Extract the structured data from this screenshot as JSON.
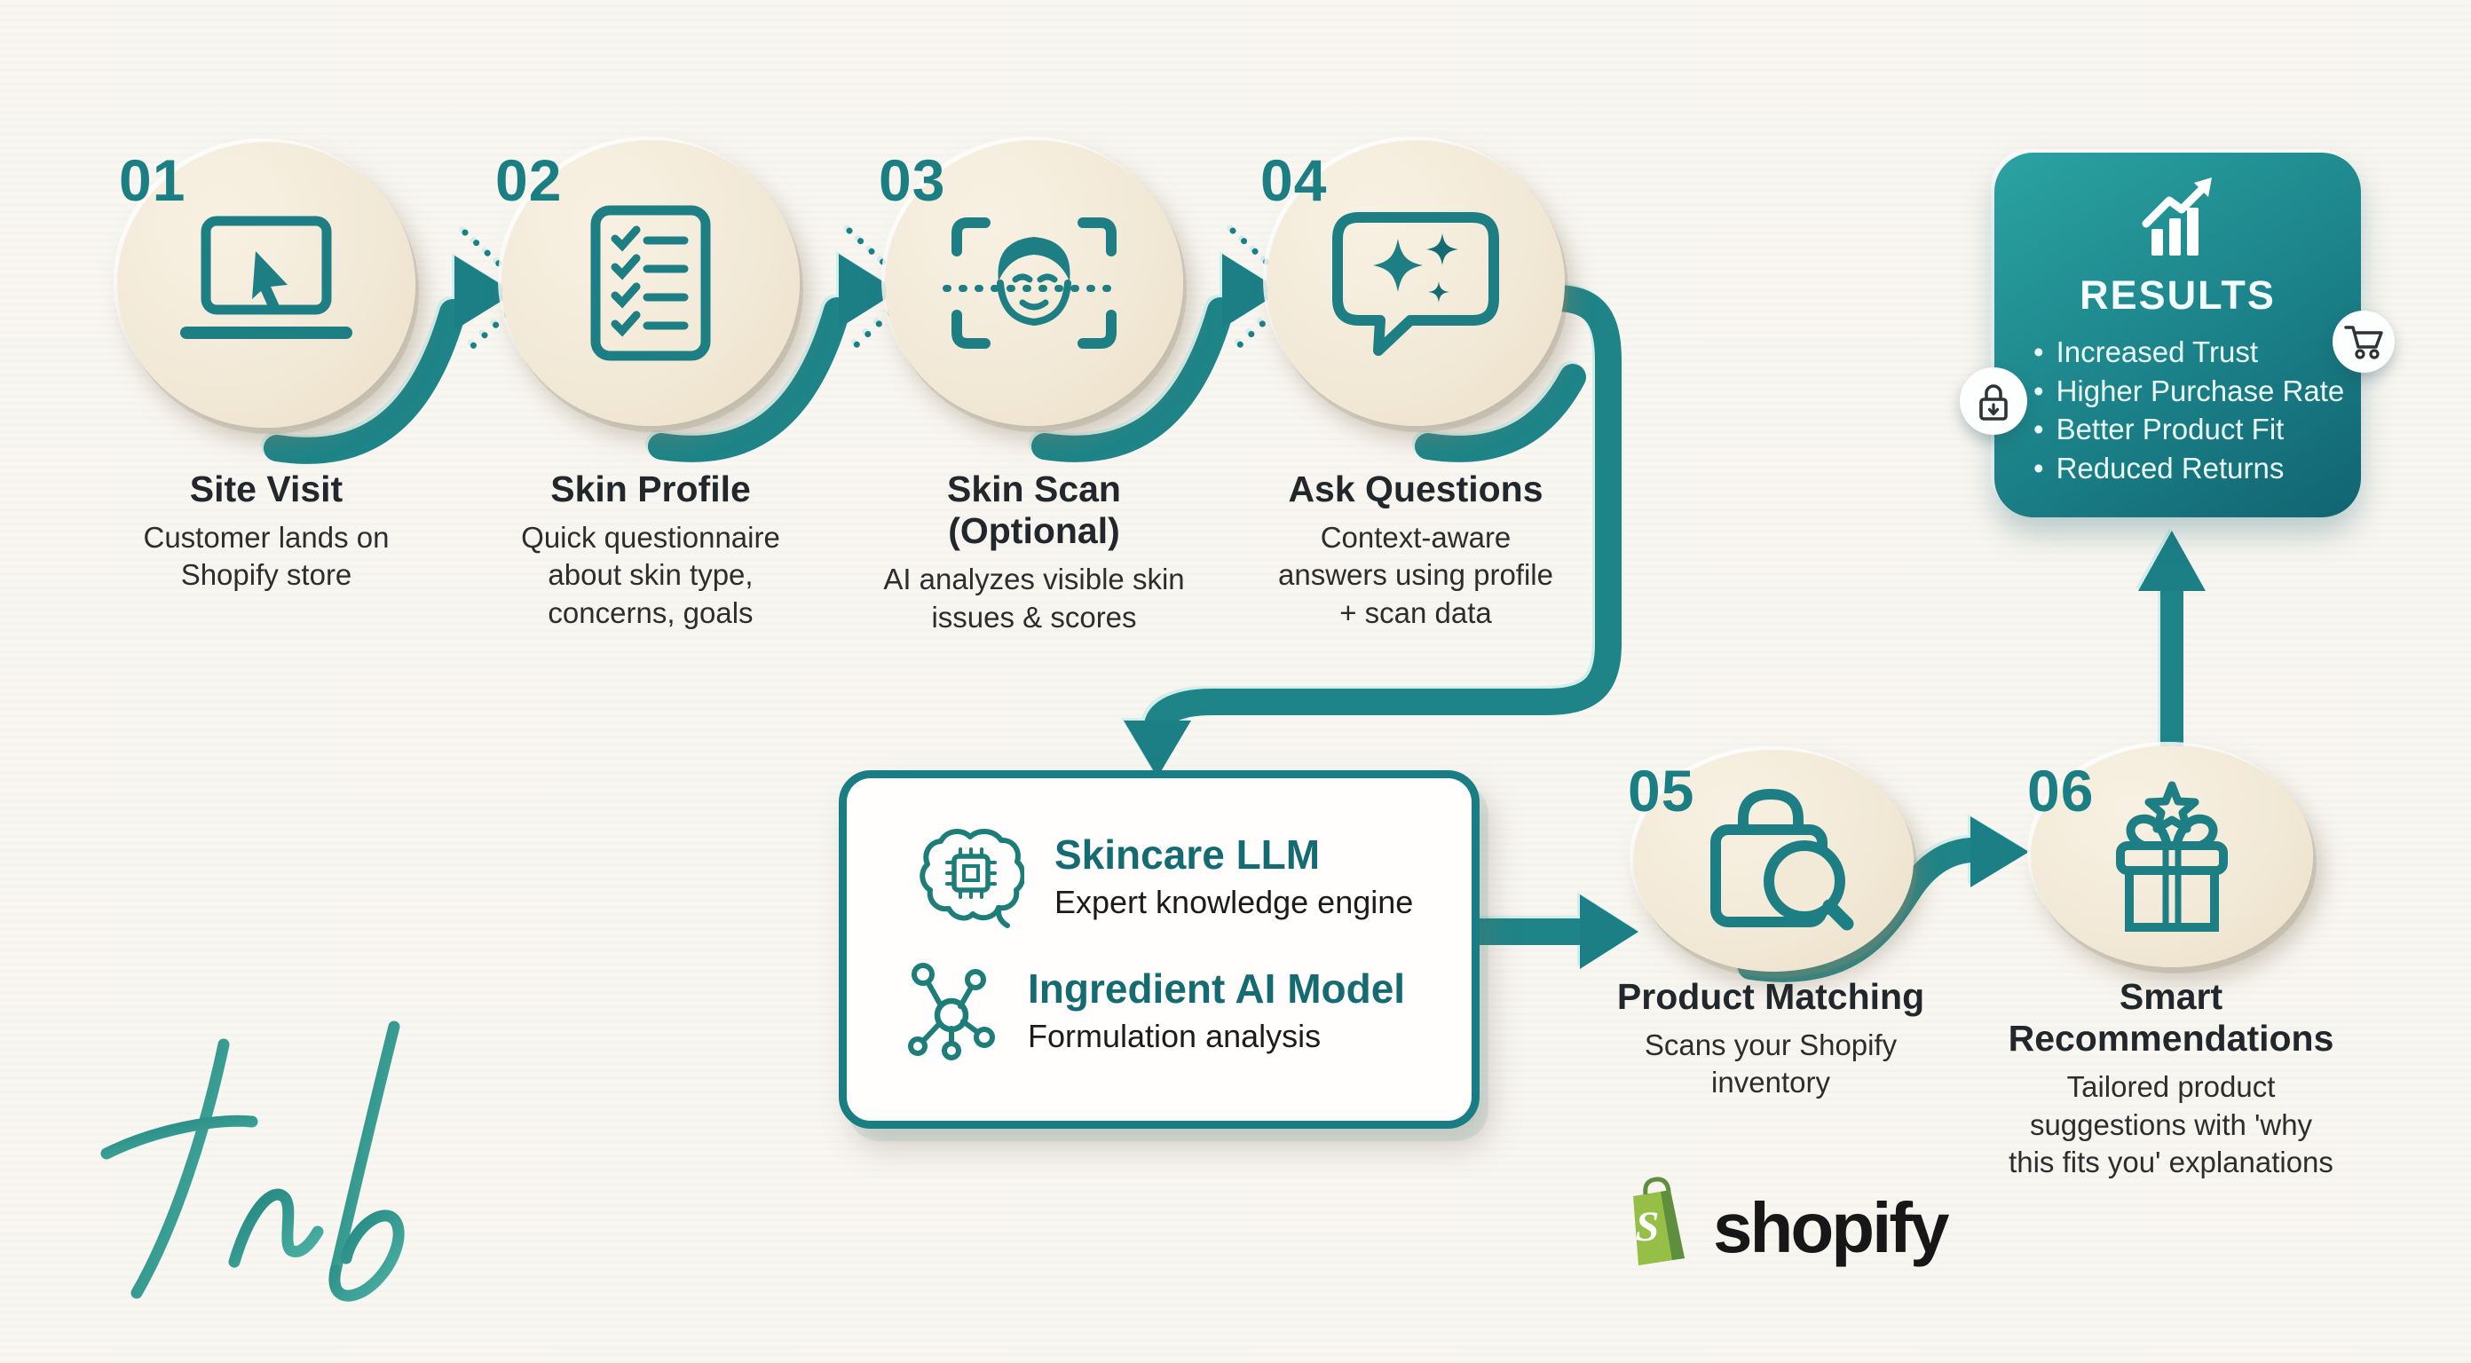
{
  "steps": [
    {
      "number": "01",
      "title": "Site Visit",
      "description": "Customer lands on\nShopify store",
      "icon": "laptop-cursor-icon"
    },
    {
      "number": "02",
      "title": "Skin Profile",
      "description": "Quick questionnaire\nabout skin type,\nconcerns, goals",
      "icon": "checklist-icon"
    },
    {
      "number": "03",
      "title": "Skin Scan\n(Optional)",
      "description": "AI analyzes visible skin\nissues & scores",
      "icon": "face-scan-icon"
    },
    {
      "number": "04",
      "title": "Ask Questions",
      "description": "Context-aware\nanswers using profile\n+ scan data",
      "icon": "chat-sparkles-icon"
    },
    {
      "number": "05",
      "title": "Product Matching",
      "description": "Scans your Shopify\ninventory",
      "icon": "bag-search-icon"
    },
    {
      "number": "06",
      "title": "Smart\nRecommendations",
      "description": "Tailored product\nsuggestions with 'why\nthis fits you' explanations",
      "icon": "gift-star-icon"
    }
  ],
  "engine_box": {
    "rows": [
      {
        "title": "Skincare LLM",
        "subtitle": "Expert knowledge engine",
        "icon": "brain-chip-icon"
      },
      {
        "title": "Ingredient AI Model",
        "subtitle": "Formulation analysis",
        "icon": "molecule-icon"
      }
    ]
  },
  "results_box": {
    "title": "RESULTS",
    "icon": "growth-chart-icon",
    "badges": [
      "lock-icon",
      "cart-icon"
    ],
    "bullets": [
      "Increased Trust",
      "Higher Purchase Rate",
      "Better Product Fit",
      "Reduced Returns"
    ]
  },
  "shopify_logo": {
    "bag_letter": "S",
    "wordmark": "shopify"
  },
  "signature": "tnb",
  "colors": {
    "teal": "#1e8488",
    "teal_dark": "#136b74",
    "cream": "#f2e9d7",
    "background": "#f8f6f1",
    "ink": "#22272b",
    "shopify_green": "#95bf47",
    "shopify_green_dark": "#5e8e3e",
    "results_gradient_start": "#2ba3a2",
    "results_gradient_end": "#116471",
    "white": "#ffffff"
  }
}
